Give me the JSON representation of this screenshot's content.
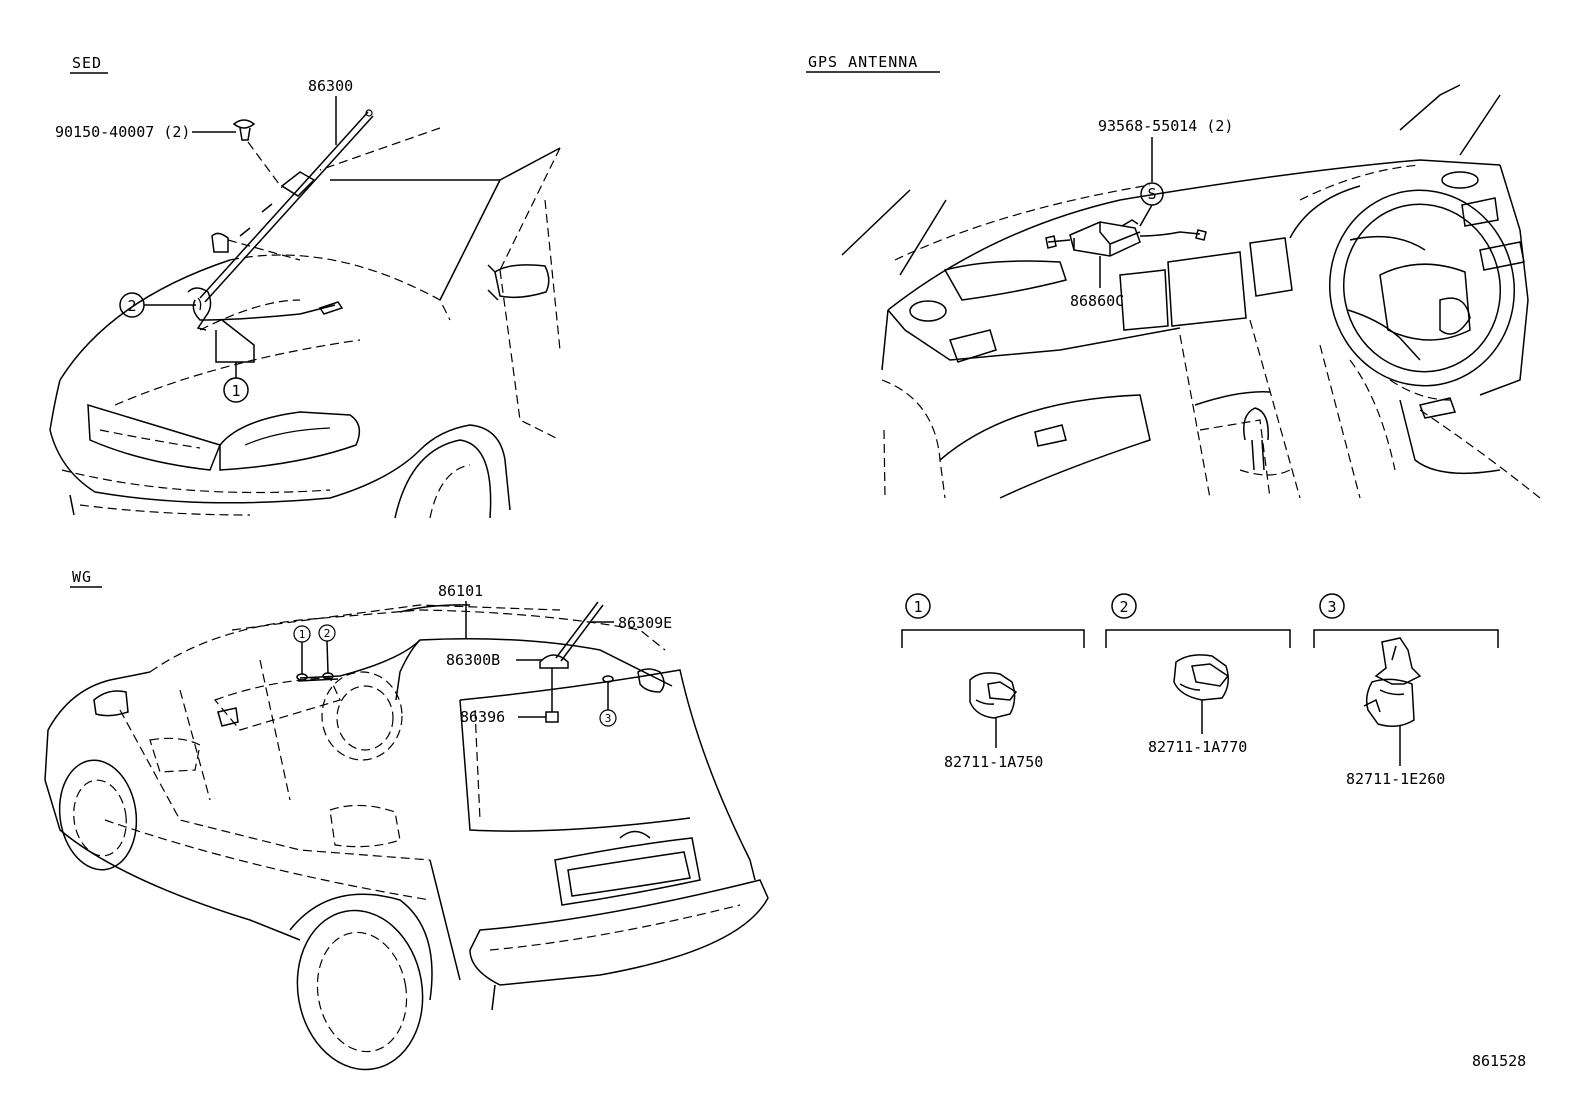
{
  "sections": {
    "sed": "SED",
    "gps": "GPS  ANTENNA",
    "wg": "WG"
  },
  "parts": {
    "p86300": "86300",
    "p9015040007": "90150-40007 (2)",
    "p9356855014": "93568-55014 (2)",
    "p86860c": "86860C",
    "p86101": "86101",
    "p86309e": "86309E",
    "p86300b": "86300B",
    "p86396": "86396",
    "p827111a750": "82711-1A750",
    "p827111a770": "82711-1A770",
    "p827111e260": "82711-1E260"
  },
  "callouts": {
    "c1": "1",
    "c2": "2",
    "c3": "3",
    "s": "S"
  },
  "diagram_id": "861528"
}
